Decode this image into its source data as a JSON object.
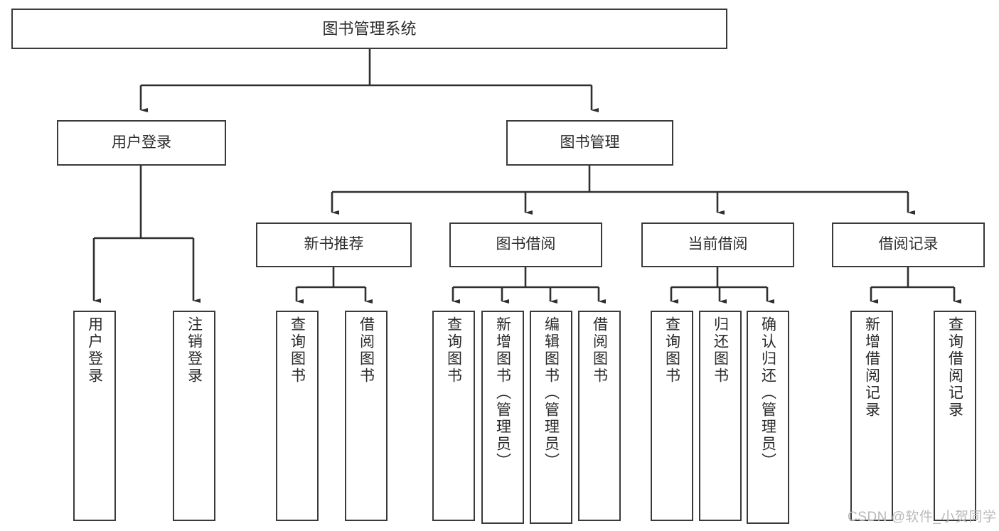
{
  "diagram": {
    "type": "tree-hierarchy",
    "title": "图书管理系统",
    "background_color": "#ffffff",
    "box_border_color": "#3a3a3a",
    "text_color": "#2b2b2b",
    "edge_color": "#2f2f2f"
  },
  "nodes": {
    "root": {
      "label": "图书管理系统",
      "level": 0
    },
    "level1": [
      {
        "id": "user-login",
        "label": "用户登录"
      },
      {
        "id": "book-manage",
        "label": "图书管理"
      }
    ],
    "level2": [
      {
        "id": "new-book-recommend",
        "label": "新书推荐",
        "parent": "book-manage"
      },
      {
        "id": "book-borrow",
        "label": "图书借阅",
        "parent": "book-manage"
      },
      {
        "id": "current-borrow",
        "label": "当前借阅",
        "parent": "book-manage"
      },
      {
        "id": "borrow-record",
        "label": "借阅记录",
        "parent": "book-manage"
      }
    ],
    "leaves": [
      {
        "id": "leaf-user-login",
        "label": "用户登录",
        "parent": "user-login"
      },
      {
        "id": "leaf-logout",
        "label": "注销登录",
        "parent": "user-login"
      },
      {
        "id": "leaf-query-book-1",
        "label": "查询图书",
        "parent": "new-book-recommend"
      },
      {
        "id": "leaf-borrow-book-1",
        "label": "借阅图书",
        "parent": "new-book-recommend"
      },
      {
        "id": "leaf-query-book-2",
        "label": "查询图书",
        "parent": "book-borrow"
      },
      {
        "id": "leaf-add-book",
        "label": "新增图书（管理员）",
        "parent": "book-borrow"
      },
      {
        "id": "leaf-edit-book",
        "label": "编辑图书（管理员）",
        "parent": "book-borrow"
      },
      {
        "id": "leaf-borrow-book-2",
        "label": "借阅图书",
        "parent": "book-borrow"
      },
      {
        "id": "leaf-query-book-3",
        "label": "查询图书",
        "parent": "current-borrow"
      },
      {
        "id": "leaf-return-book",
        "label": "归还图书",
        "parent": "current-borrow"
      },
      {
        "id": "leaf-confirm-return",
        "label": "确认归还（管理员）",
        "parent": "current-borrow"
      },
      {
        "id": "leaf-add-record",
        "label": "新增借阅记录",
        "parent": "borrow-record"
      },
      {
        "id": "leaf-query-record",
        "label": "查询借阅记录",
        "parent": "borrow-record"
      }
    ]
  },
  "watermark": {
    "text": "CSDN @软件_小贺同学"
  }
}
